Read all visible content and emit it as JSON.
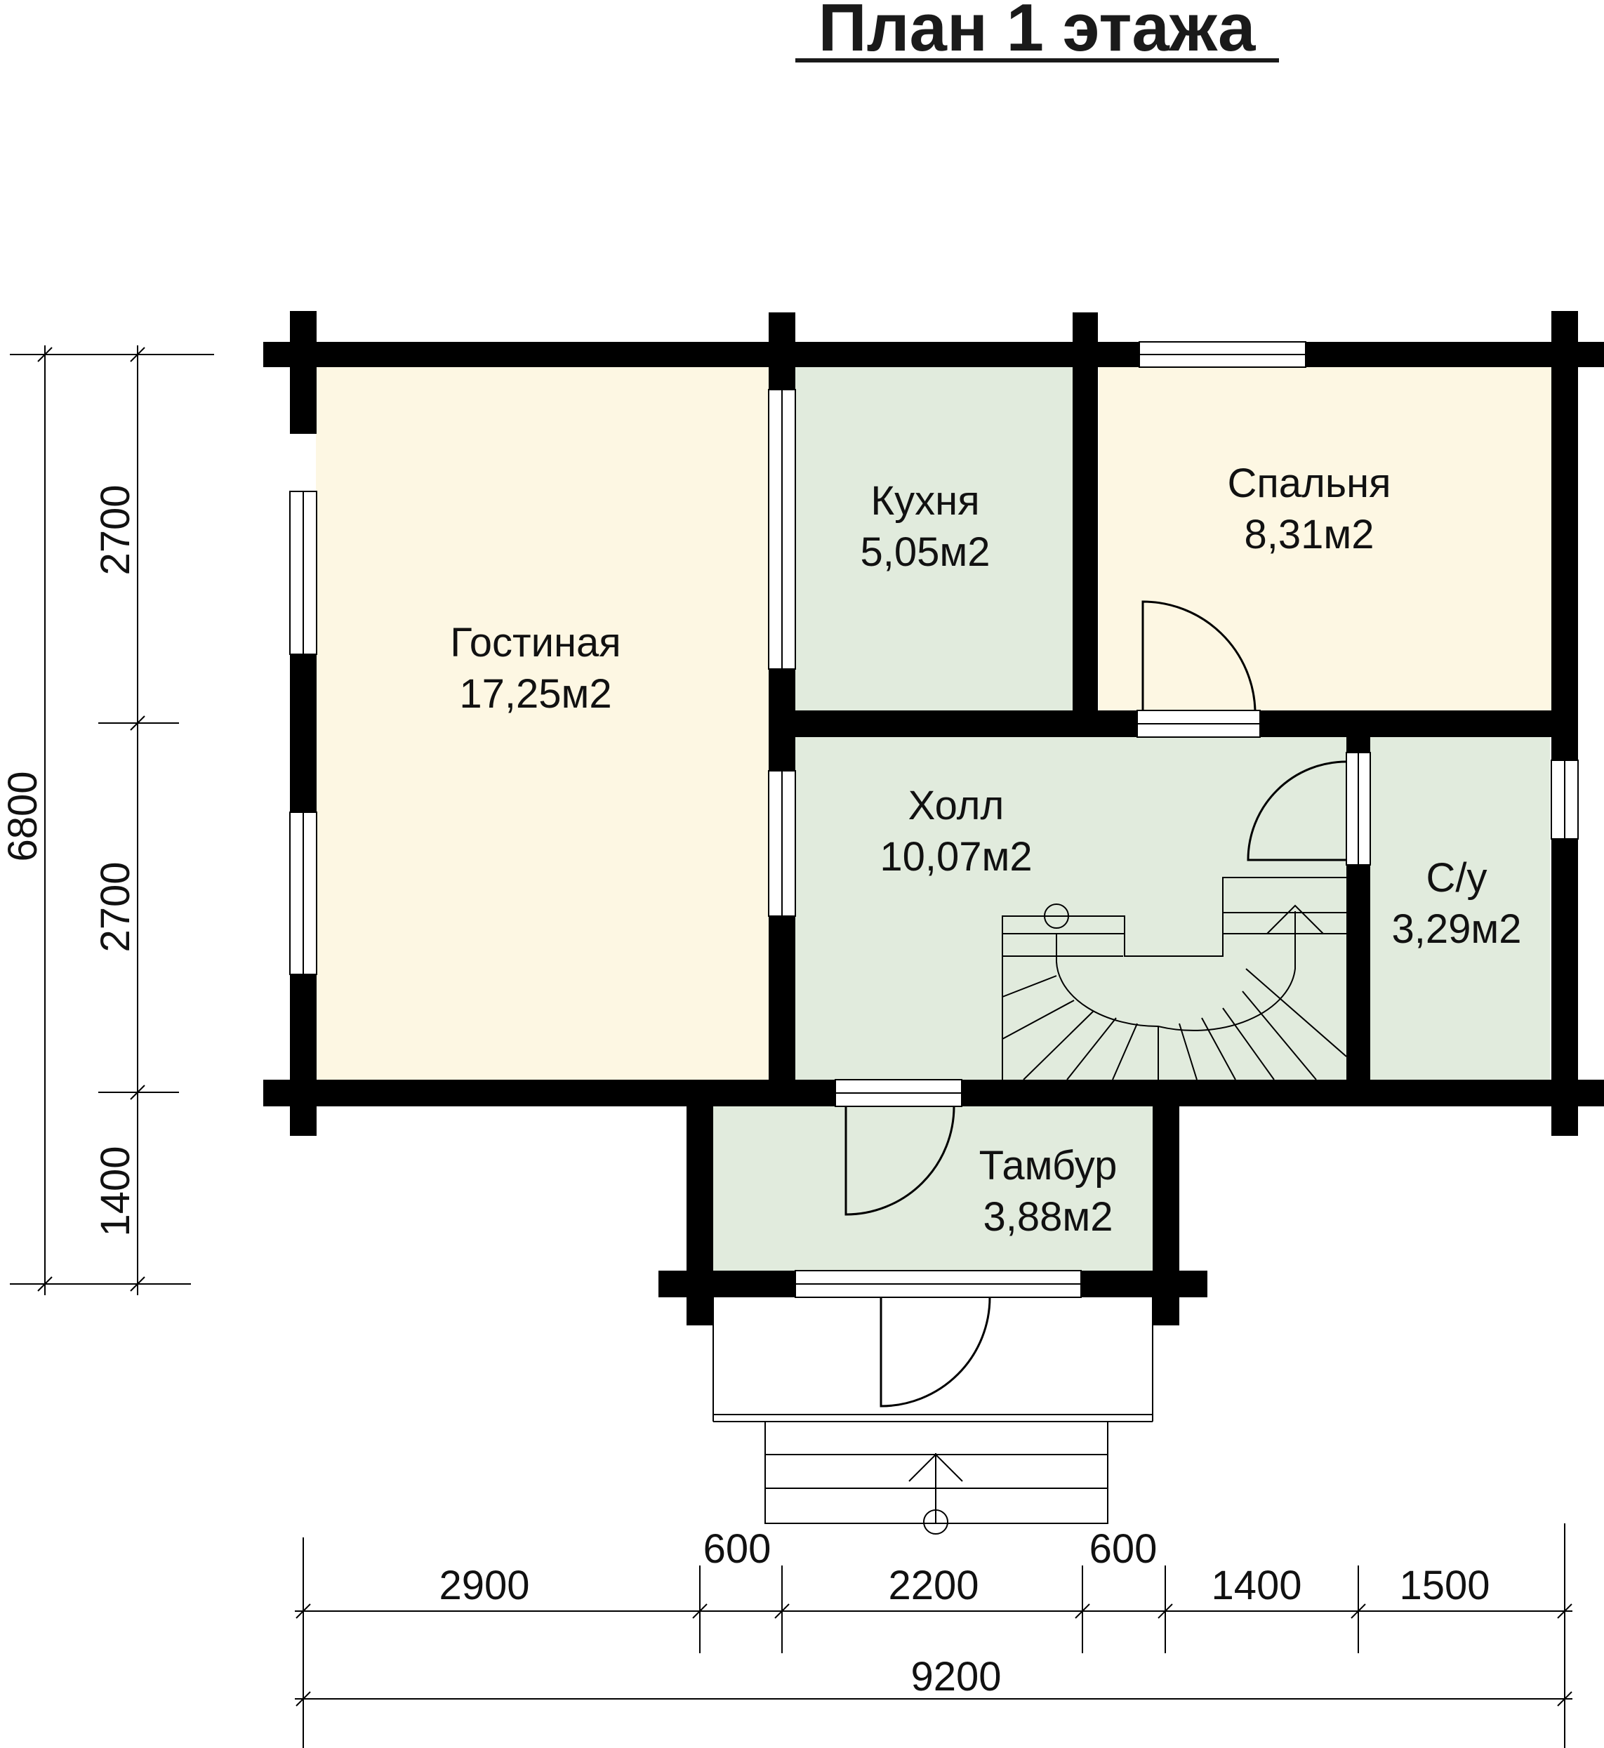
{
  "title": "План 1 этажа",
  "colors": {
    "living": "#fdf7e3",
    "green": "#e1ebdd",
    "wall": "#000000"
  },
  "rooms": {
    "living": {
      "name": "Гостиная",
      "area": "17,25м2"
    },
    "kitchen": {
      "name": "Кухня",
      "area": "5,05м2"
    },
    "bedroom": {
      "name": "Спальня",
      "area": "8,31м2"
    },
    "hall": {
      "name": "Холл",
      "area": "10,07м2"
    },
    "bathroom": {
      "name": "С/у",
      "area": "3,29м2"
    },
    "vestibule": {
      "name": "Тамбур",
      "area": "3,88м2"
    }
  },
  "dimensions": {
    "left_total": "6800",
    "left_segments": [
      "2700",
      "2700",
      "1400"
    ],
    "bottom_segments": [
      "2900",
      "600",
      "2200",
      "600",
      "1400",
      "1500"
    ],
    "bottom_total": "9200"
  }
}
